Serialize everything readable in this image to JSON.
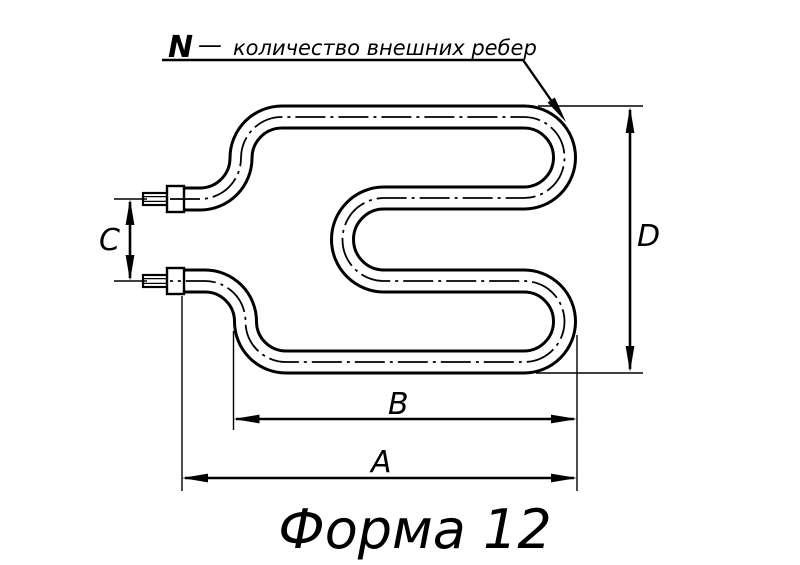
{
  "drawing": {
    "callout": {
      "symbol": "N",
      "separator": "—",
      "description": "количество внешних ребер"
    },
    "dimension_labels": {
      "a": "A",
      "b": "B",
      "c": "C",
      "d": "D"
    },
    "title": "Форма 12"
  },
  "colors": {
    "ink": "#000000",
    "paper": "#ffffff"
  }
}
